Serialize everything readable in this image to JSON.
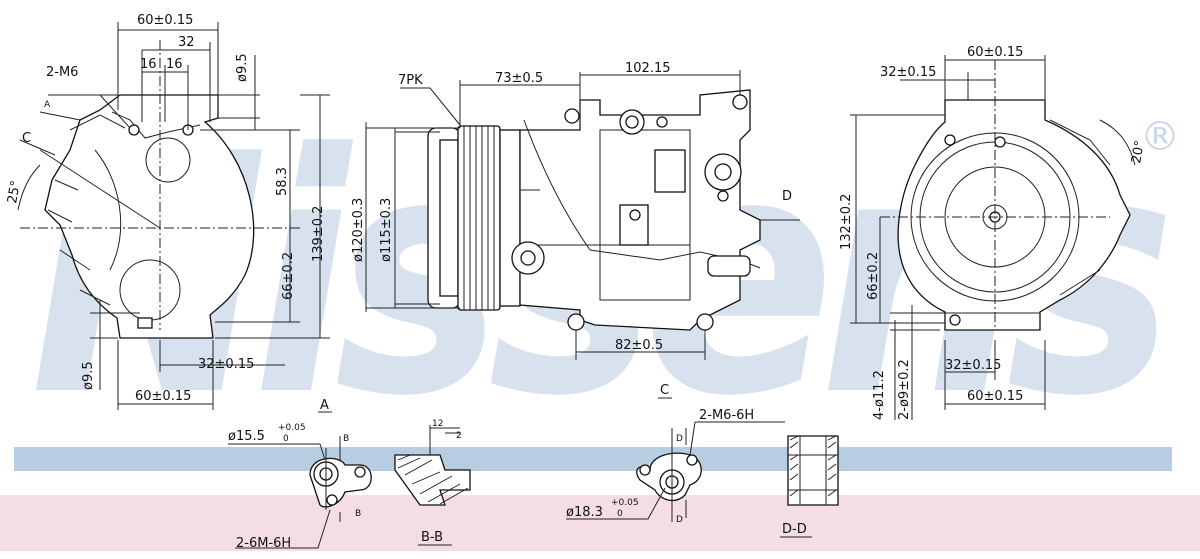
{
  "brand": {
    "watermark": "Nissens",
    "registered_mark": "®",
    "watermark_color": "#c9d8e8",
    "band_blue": "#b7cde1",
    "band_pink": "#f4dde3"
  },
  "left_view": {
    "dim_top_60": "60±0.15",
    "dim_32": "32",
    "dim_16a": "16",
    "dim_16b": "16",
    "dim_phi95_top": "ø9.5",
    "thread_2m6": "2-M6",
    "arrow_a": "A",
    "arrow_c": "C",
    "angle_25": "25°",
    "dim_58_3": "58.3",
    "dim_139": "139±0.2",
    "dim_66": "66±0.2",
    "dim_phi95_bottom": "ø9.5",
    "dim_32_bottom": "32±0.15",
    "dim_60_bottom": "60±0.15"
  },
  "front_view": {
    "pk": "7PK",
    "dim_73": "73±0.5",
    "dim_102": "102.15",
    "dim_phi120": "ø120±0.3",
    "dim_phi115": "ø115±0.3",
    "dim_82": "82±0.5",
    "arrow_d": "D"
  },
  "right_view": {
    "dim_60_top": "60±0.15",
    "dim_32_top": "32±0.15",
    "angle_20": "20°",
    "dim_132": "132±0.2",
    "dim_66": "66±0.2",
    "dim_4_phi11": "4-ø11.2",
    "dim_2_phi9": "2-ø9±0.2",
    "dim_32_bottom": "32±0.15",
    "dim_60_bottom": "60±0.15"
  },
  "details": {
    "view_a": "A",
    "view_c": "C",
    "phi155": "ø15.5",
    "phi155_tol_upper": "+0.05",
    "phi155_tol_lower": "0",
    "b_mark_1": "B",
    "b_mark_2": "B",
    "thread_a": "2-6M-6H",
    "bb_dim_12": "12",
    "bb_dim_2": "2",
    "section_bb": "B-B",
    "thread_c": "2-M6-6H",
    "d_mark_1": "D",
    "d_mark_2": "D",
    "phi183": "ø18.3",
    "phi183_tol_upper": "+0.05",
    "phi183_tol_lower": "0",
    "section_dd": "D-D"
  }
}
